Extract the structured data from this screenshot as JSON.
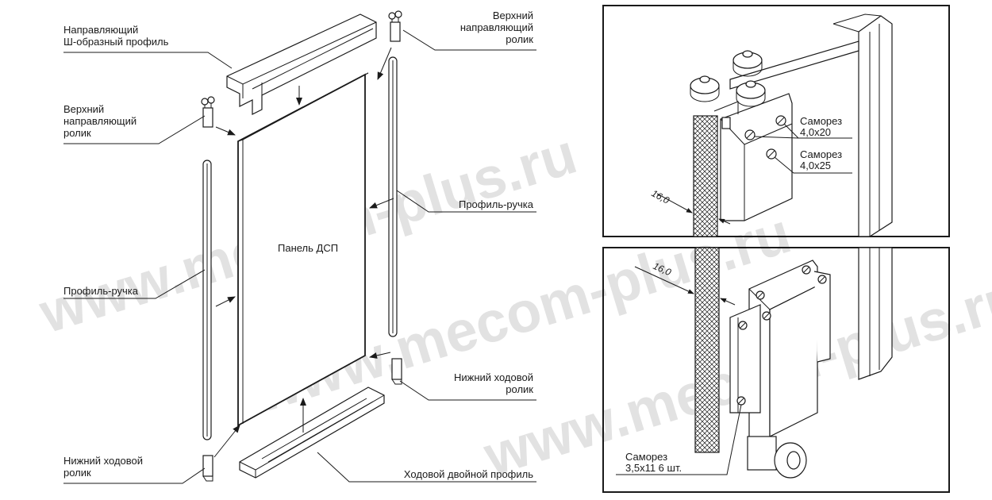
{
  "watermark": "www.mecom-plus.ru",
  "labels": {
    "shaped_profile_line1": "Направляющий",
    "shaped_profile_line2": "Ш-образный профиль",
    "top_roller_right_line1": "Верхний",
    "top_roller_right_line2": "направляющий",
    "top_roller_right_line3": "ролик",
    "top_roller_left_line1": "Верхний",
    "top_roller_left_line2": "направляющий",
    "top_roller_left_line3": "ролик",
    "handle_right": "Профиль-ручка",
    "handle_left": "Профиль-ручка",
    "panel": "Панель ДСП",
    "bottom_roller_right_line1": "Нижний ходовой",
    "bottom_roller_right_line2": "ролик",
    "bottom_roller_left_line1": "Нижний ходовой",
    "bottom_roller_left_line2": "ролик",
    "double_track": "Ходовой двойной профиль"
  },
  "top_detail": {
    "screw1_line1": "Саморез",
    "screw1_line2": "4,0х20",
    "screw2_line1": "Саморез",
    "screw2_line2": "4,0х25",
    "thickness": "16,0"
  },
  "bottom_detail": {
    "thickness": "16,0",
    "screw_line1": "Саморез",
    "screw_line2": "3,5х11 6 шт."
  }
}
